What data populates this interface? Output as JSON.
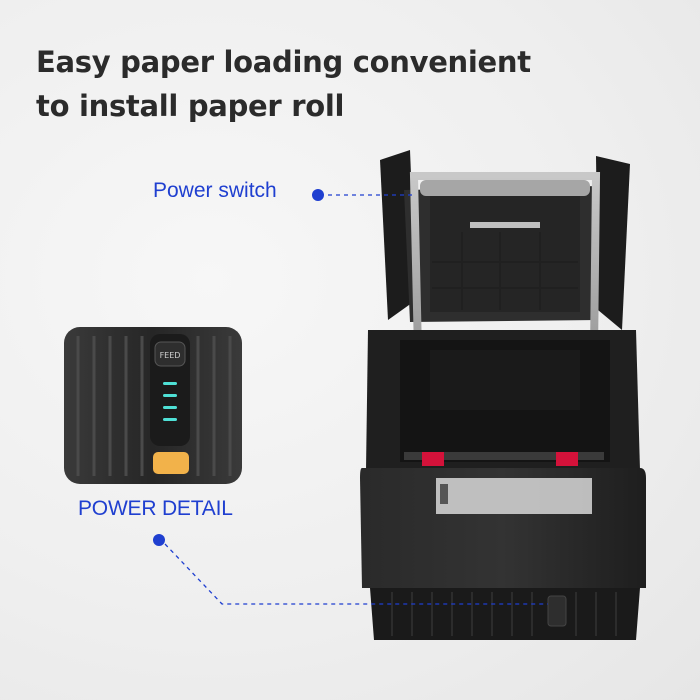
{
  "headline": {
    "line1": "Easy paper loading convenient",
    "line2": "to install paper roll"
  },
  "callouts": {
    "power_switch": "Power switch",
    "power_detail": "POWER DETAIL"
  },
  "detail_panel": {
    "feed_button": "FEED"
  },
  "colors": {
    "callout_blue": "#1f3fd0",
    "headline_text": "#2b2b2b",
    "power_button_amber": "#f2b24a",
    "indicator_cyan": "#4fe0d6",
    "roller_red": "#d4123a"
  }
}
